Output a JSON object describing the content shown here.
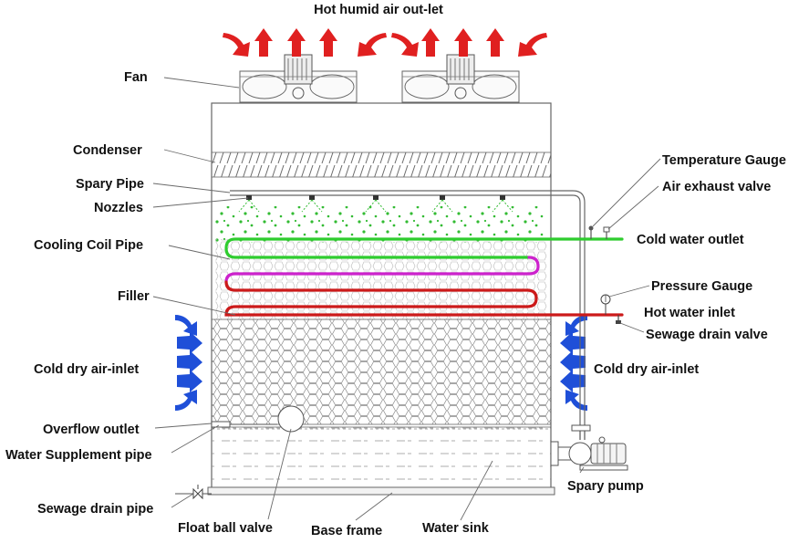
{
  "title": "Hot humid air out-let",
  "labels": {
    "fan": "Fan",
    "condenser": "Condenser",
    "spray_pipe": "Spary Pipe",
    "nozzles": "Nozzles",
    "cooling_coil_pipe": "Cooling Coil Pipe",
    "filler": "Filler",
    "air_inlet_left": "Cold dry air-inlet",
    "air_inlet_right": "Cold dry air-inlet",
    "overflow_outlet": "Overflow outlet",
    "water_supplement_pipe": "Water Supplement pipe",
    "sewage_drain_pipe": "Sewage drain pipe",
    "float_ball_valve": "Float ball valve",
    "base_frame": "Base frame",
    "water_sink": "Water sink",
    "spray_pump": "Spary pump",
    "temperature_gauge": "Temperature Gauge",
    "air_exhaust_valve": "Air exhaust valve",
    "cold_water_outlet": "Cold water outlet",
    "pressure_gauge": "Pressure Gauge",
    "hot_water_inlet": "Hot water inlet",
    "sewage_drain_valve": "Sewage drain valve"
  },
  "colors": {
    "hot_air_arrow": "#e02020",
    "cold_air_arrow": "#1f4fd8",
    "cold_water": "#2ecc2e",
    "mid_coil": "#cc22cc",
    "hot_water": "#cc1a1a",
    "water_droplet": "#33bb33",
    "outline": "#555555",
    "text": "#111111"
  }
}
